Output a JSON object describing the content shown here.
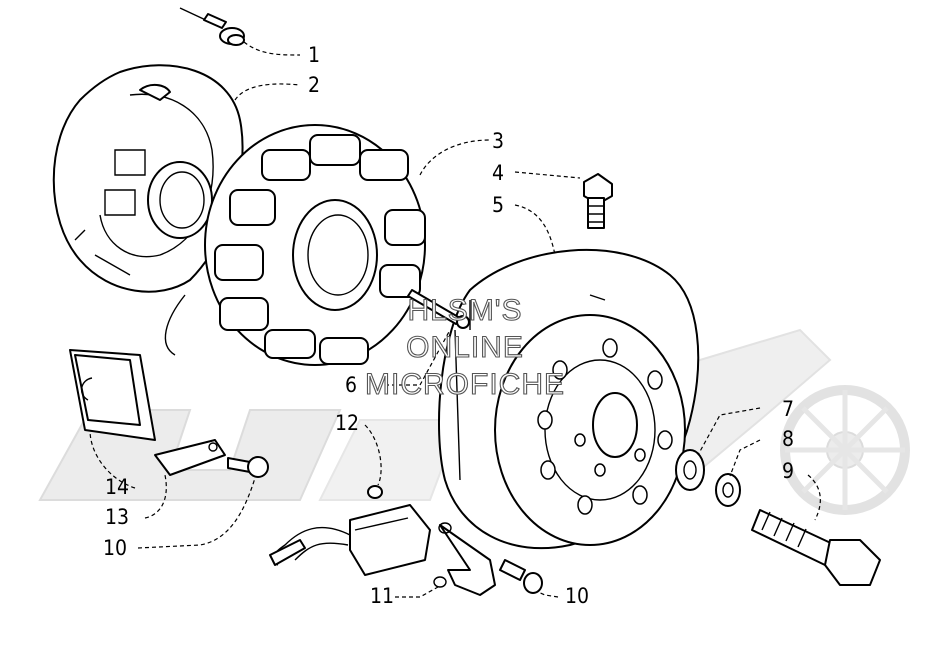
{
  "diagram": {
    "watermark_lines": [
      "HLSM'S",
      "ONLINE",
      "MICROFICHE"
    ],
    "callouts": [
      {
        "id": "c1",
        "label": "1"
      },
      {
        "id": "c2",
        "label": "2"
      },
      {
        "id": "c3",
        "label": "3"
      },
      {
        "id": "c4",
        "label": "4"
      },
      {
        "id": "c5",
        "label": "5"
      },
      {
        "id": "c6",
        "label": "6"
      },
      {
        "id": "c7",
        "label": "7"
      },
      {
        "id": "c8",
        "label": "8"
      },
      {
        "id": "c9",
        "label": "9"
      },
      {
        "id": "c10a",
        "label": "10"
      },
      {
        "id": "c10b",
        "label": "10"
      },
      {
        "id": "c11",
        "label": "11"
      },
      {
        "id": "c12",
        "label": "12"
      },
      {
        "id": "c13",
        "label": "13"
      },
      {
        "id": "c14",
        "label": "14"
      }
    ]
  }
}
